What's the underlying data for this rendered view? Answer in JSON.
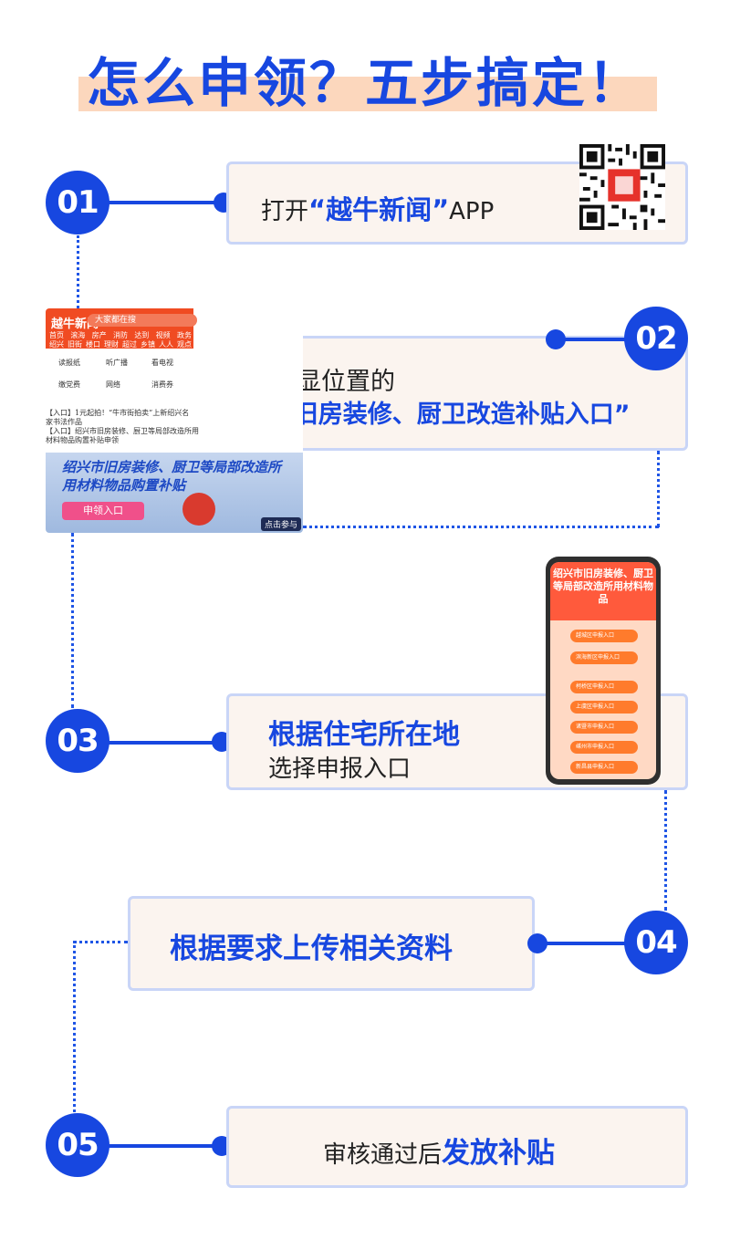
{
  "title": "怎么申领？五步搞定！",
  "steps": [
    {
      "num": "01",
      "text_pre": "打开",
      "text_highlight": "“越牛新闻”",
      "text_post": "APP"
    },
    {
      "num": "02",
      "line1": "点击明显位置的",
      "line2": "“绍兴旧房装修、厨卫改造补贴入口”"
    },
    {
      "num": "03",
      "line1": "根据住宅所在地",
      "line2": "选择申报入口"
    },
    {
      "num": "04",
      "text": "根据要求上传相关资料"
    },
    {
      "num": "05",
      "text_pre": "审核通过后",
      "text_highlight": "发放补贴"
    }
  ],
  "app_shot": {
    "logo": "越牛新闻",
    "search": "大家都在搜",
    "nav1": [
      "首页",
      "滚海",
      "房产",
      "消防",
      "达到",
      "视频",
      "政务"
    ],
    "nav2": [
      "绍兴",
      "旧街",
      "楼口",
      "理财",
      "超过",
      "乡镇",
      "人人",
      "观点"
    ],
    "grid": [
      "读报纸",
      "听广播",
      "看电视",
      "缴党费",
      "网络",
      "消费券"
    ],
    "news1": "【入口】1元起拍！“牛市街拍卖”上新绍兴名家书法作品",
    "news2": "【入口】绍兴市旧房装修、厨卫等局部改造所用材料物品购置补贴申领",
    "banner_title": "绍兴市旧房装修、厨卫等局部改造所用材料物品购置补贴",
    "banner_btn": "申领入口",
    "banner_join": "点击参与"
  },
  "phone_shot": {
    "header": "绍兴市旧房装修、厨卫等局部改造所用材料物品",
    "entries": [
      "越城区申报入口",
      "滨海新区申报入口",
      "柯桥区申报入口",
      "上虞区申报入口",
      "诸暨市申报入口",
      "嵊州市申报入口",
      "新昌县申报入口"
    ]
  },
  "colors": {
    "accent": "#1747e0",
    "box_bg": "#fbf4ef",
    "title_bar": "#fcd7bd"
  }
}
